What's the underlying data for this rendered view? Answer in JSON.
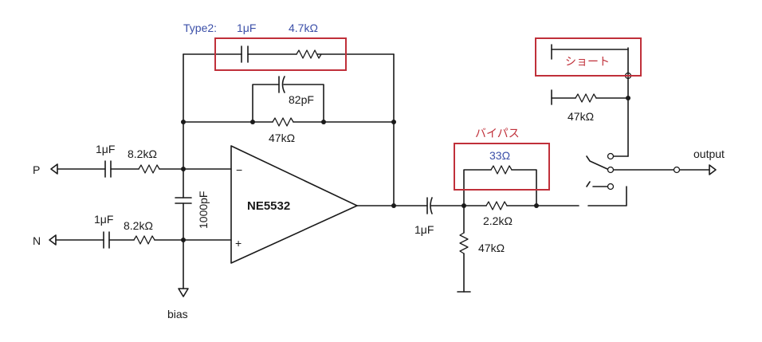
{
  "colors": {
    "highlight_box": "#c0303a",
    "blue_label": "#3b4fa8",
    "red_label": "#c0303a"
  },
  "labels": {
    "type2": "Type2:",
    "type2_cap": "1μF",
    "type2_res": "4.7kΩ",
    "fb_cap": "82pF",
    "fb_res": "47kΩ",
    "in_p_cap": "1μF",
    "in_p_res": "8.2kΩ",
    "in_n_cap": "1μF",
    "in_n_res": "8.2kΩ",
    "diff_cap": "1000pF",
    "input_p": "P",
    "input_n": "N",
    "bias": "bias",
    "opamp": "NE5532",
    "minus": "−",
    "plus": "+",
    "out_cap": "1μF",
    "series_res": "2.2kΩ",
    "shunt_res": "47kΩ",
    "bypass_title": "バイパス",
    "bypass_res": "33Ω",
    "short_title": "ショート",
    "sw_res": "47kΩ",
    "output": "output"
  }
}
